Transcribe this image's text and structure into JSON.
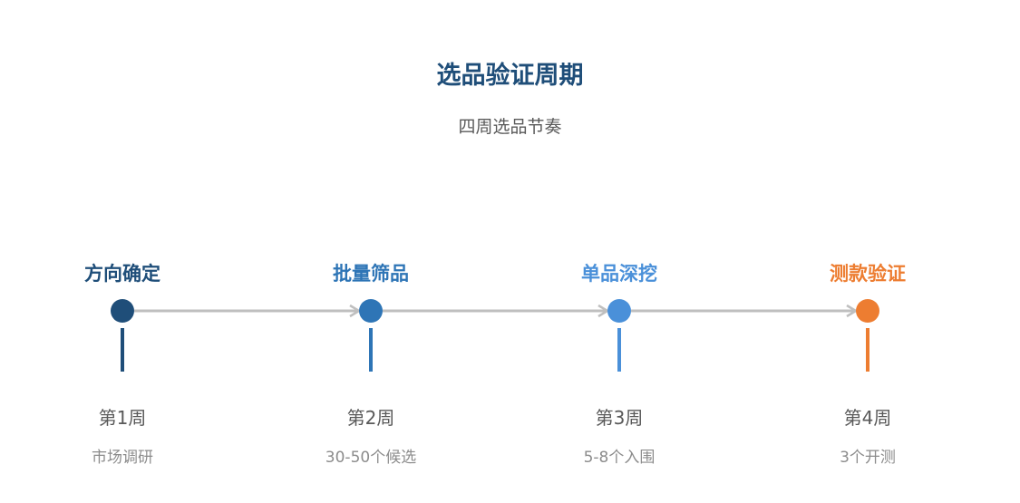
{
  "title": "选品验证周期",
  "subtitle": "四周选品节奏",
  "stages": [
    {
      "name": "方向确定",
      "week": "第1周",
      "note": "市场调研",
      "color": "#1f4e79"
    },
    {
      "name": "批量筛品",
      "week": "第2周",
      "note": "30-50个候选",
      "color": "#2e75b6"
    },
    {
      "name": "单品深挖",
      "week": "第3周",
      "note": "5-8个入围",
      "color": "#4a90d9"
    },
    {
      "name": "测款验证",
      "week": "第4周",
      "note": "3个开测",
      "color": "#ed7d31"
    }
  ],
  "connector_color": "#bfbfbf"
}
